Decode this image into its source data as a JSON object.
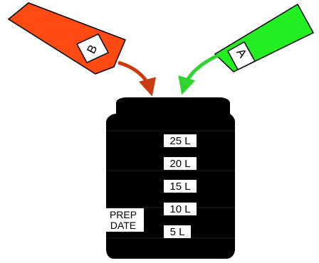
{
  "colors": {
    "background": "#ffffff",
    "bottle_b_fill": "#ff4a14",
    "bottle_a_fill": "#22ee22",
    "arrow_b": "#cc3a12",
    "arrow_a": "#2fd42f",
    "container_fill": "#000000",
    "label_fill": "#ffffff",
    "label_text": "#000000",
    "outline": "#000000"
  },
  "bottles": {
    "b": {
      "label": "B"
    },
    "a": {
      "label": "A"
    }
  },
  "container": {
    "volume_marks": [
      "25 L",
      "20 L",
      "15 L",
      "10 L",
      "5 L"
    ],
    "prep_date_lines": [
      "PREP",
      "DATE"
    ]
  }
}
